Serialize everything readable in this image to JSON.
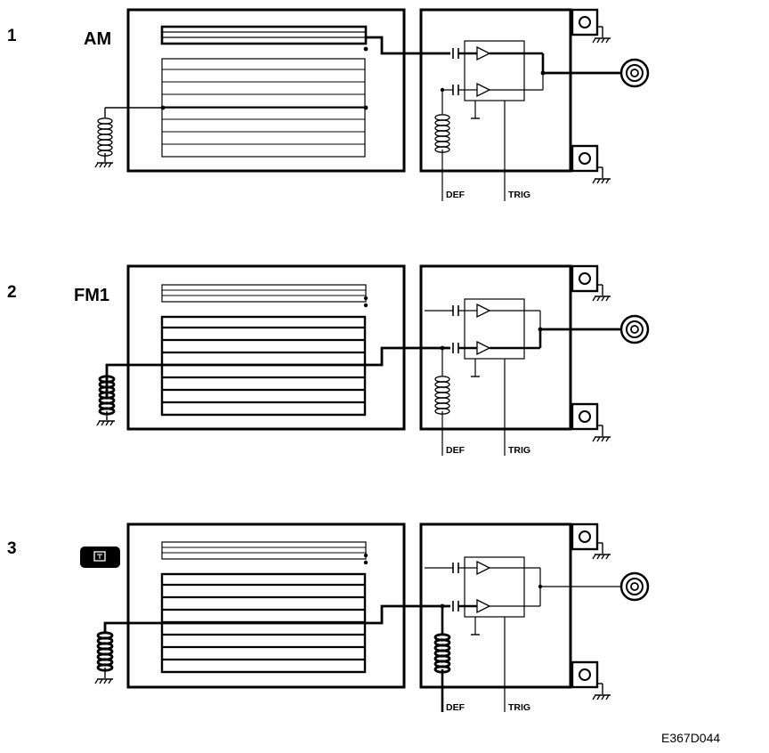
{
  "panels": [
    {
      "number": "1",
      "mode_label": "AM",
      "def_label": "DEF",
      "trig_label": "TRIG"
    },
    {
      "number": "2",
      "mode_label": "FM1",
      "def_label": "DEF",
      "trig_label": "TRIG"
    },
    {
      "number": "3",
      "mode_label": "",
      "def_label": "DEF",
      "trig_label": "TRIG"
    }
  ],
  "figure_code": "E367D044",
  "icons": [
    "tv-icon",
    "coax-connector-icon",
    "ground-icon",
    "coil-icon",
    "amplifier-icon",
    "capacitor-icon"
  ]
}
